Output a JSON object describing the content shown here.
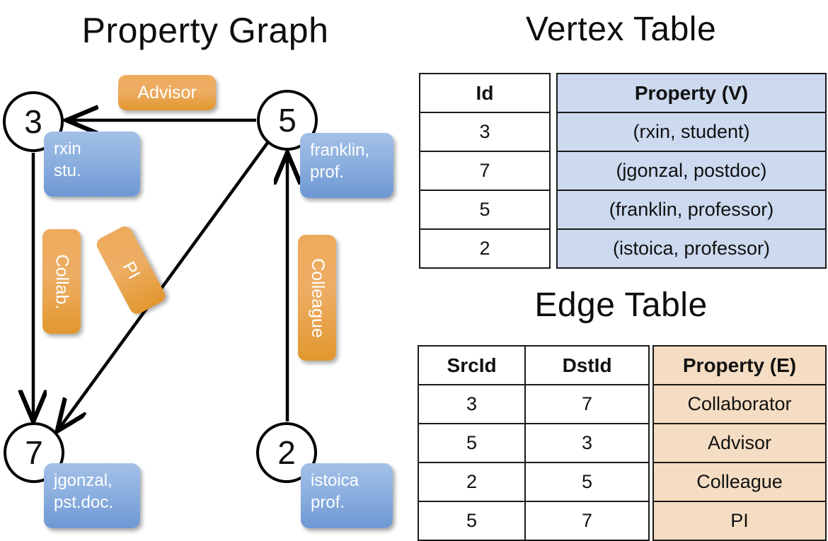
{
  "titles": {
    "property_graph": "Property Graph",
    "vertex_table": "Vertex Table",
    "edge_table": "Edge Table"
  },
  "graph": {
    "nodes": [
      {
        "id": "3",
        "label": "3"
      },
      {
        "id": "5",
        "label": "5"
      },
      {
        "id": "7",
        "label": "7"
      },
      {
        "id": "2",
        "label": "2"
      }
    ],
    "vertex_callouts": [
      {
        "for": "3",
        "line1": "rxin",
        "line2": "stu."
      },
      {
        "for": "5",
        "line1": "franklin,",
        "line2": "prof."
      },
      {
        "for": "7",
        "line1": "jgonzal,",
        "line2": "pst.doc."
      },
      {
        "for": "2",
        "line1": "istoica",
        "line2": "prof."
      }
    ],
    "edge_labels": [
      {
        "name": "advisor",
        "text": "Advisor"
      },
      {
        "name": "collab",
        "text": "Collab."
      },
      {
        "name": "pi",
        "text": "PI"
      },
      {
        "name": "colleague",
        "text": "Colleague"
      }
    ],
    "edges": [
      {
        "from": "5",
        "to": "3",
        "label": "Advisor"
      },
      {
        "from": "3",
        "to": "7",
        "label": "Collab."
      },
      {
        "from": "5",
        "to": "7",
        "label": "PI"
      },
      {
        "from": "2",
        "to": "5",
        "label": "Colleague"
      }
    ]
  },
  "vertex_table": {
    "headers": [
      "Id",
      "Property (V)"
    ],
    "rows": [
      {
        "id": "3",
        "property": "(rxin, student)"
      },
      {
        "id": "7",
        "property": "(jgonzal, postdoc)"
      },
      {
        "id": "5",
        "property": "(franklin, professor)"
      },
      {
        "id": "2",
        "property": "(istoica, professor)"
      }
    ]
  },
  "edge_table": {
    "headers": [
      "SrcId",
      "DstId",
      "Property (E)"
    ],
    "rows": [
      {
        "src": "3",
        "dst": "7",
        "property": "Collaborator"
      },
      {
        "src": "5",
        "dst": "3",
        "property": "Advisor"
      },
      {
        "src": "2",
        "dst": "5",
        "property": "Colleague"
      },
      {
        "src": "5",
        "dst": "7",
        "property": "PI"
      }
    ]
  },
  "colors": {
    "vertex_property_fill": "#ccd9ef",
    "edge_property_fill": "#f5ddc3",
    "callout_blue": "#8fb2e0",
    "edge_label_orange": "#edad63",
    "stroke": "#000000"
  }
}
